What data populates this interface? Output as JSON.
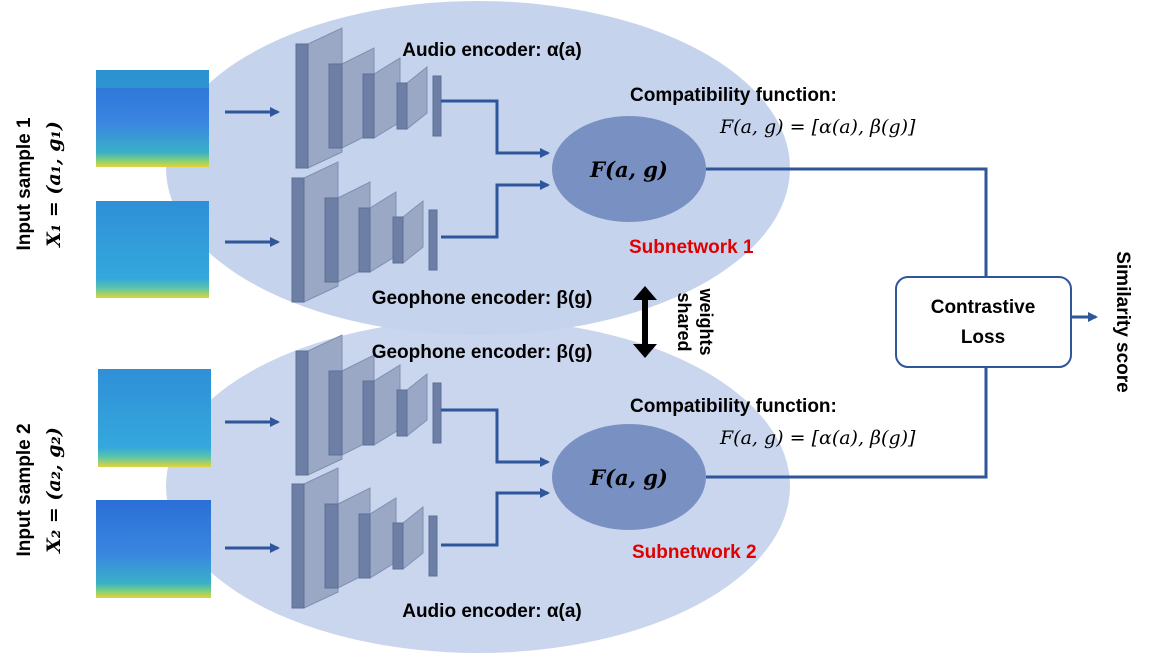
{
  "inputs": {
    "sample1_label": "Input sample 1",
    "sample1_math": "X₁ = (a₁, g₁)",
    "sample2_label": "Input sample 2",
    "sample2_math": "X₂ = (a₂, g₂)"
  },
  "subnet1": {
    "audio_encoder": "Audio encoder: α(a)",
    "geophone_encoder": "Geophone encoder: β(g)",
    "compat_title": "Compatibility function:",
    "compat_formula": "F(a, g) = [α(a), β(g)]",
    "node": "F(a, g)",
    "name": "Subnetwork 1"
  },
  "subnet2": {
    "audio_encoder": "Audio encoder: α(a)",
    "geophone_encoder": "Geophone encoder: β(g)",
    "compat_title": "Compatibility function:",
    "compat_formula": "F(a, g) = [α(a), β(g)]",
    "node": "F(a, g)",
    "name": "Subnetwork 2"
  },
  "shared": {
    "line1": "shared",
    "line2": "weights"
  },
  "loss": {
    "line1": "Contrastive",
    "line2": "Loss"
  },
  "output": "Similarity score",
  "colors": {
    "ellipse": "#c5d3ed",
    "node": "#7990c2",
    "wire": "#2f559a",
    "layer": "#8a9ab8",
    "subnet_label": "#e00000"
  }
}
